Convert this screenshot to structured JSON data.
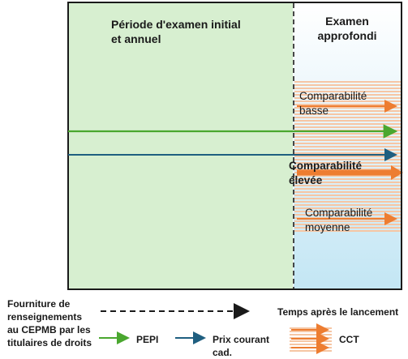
{
  "panels": {
    "initial_title": "Période d'examen initial\net annuel",
    "deep_title": "Examen\napprofondi"
  },
  "bands": {
    "low": "Comparabilité\nbasse",
    "high": "Comparabilité\nélevée",
    "medium": "Comparabilité\nmoyenne"
  },
  "legend": {
    "provision": "Fourniture de\nrenseignements\nau CEPMB par les\ntitulaires de droits",
    "time_after_launch": "Temps après le lancement",
    "pepi": "PEPI",
    "current_price": "Prix courant\ncad.",
    "cct": "CCT"
  },
  "colors": {
    "initial_panel": "#d7efd0",
    "deep_panel": "#c3e6f4",
    "pepi_arrow": "#4aa72f",
    "price_arrow": "#1f5f80",
    "cct_arrow": "#ed7d31",
    "cct_stripes": "#f6c6a4"
  }
}
